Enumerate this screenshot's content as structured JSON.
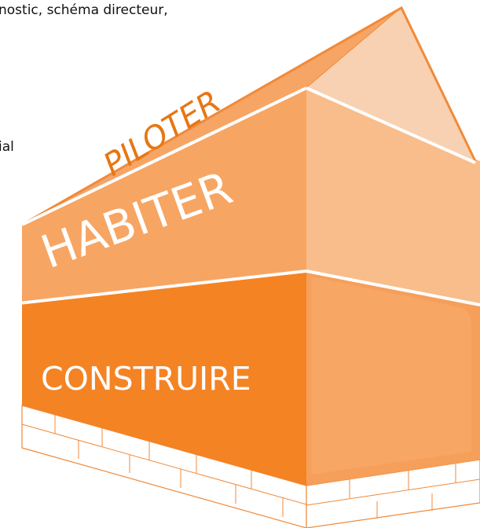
{
  "text": {
    "line_1": "nostic, schéma directeur,",
    "line_2": "ial"
  },
  "house": {
    "roof_label": "PILOTER",
    "middle_label": "HABITER",
    "bottom_label": "CONSTRUIRE",
    "colors": {
      "roof_front": "#f6a565",
      "roof_side": "#f7d1b1",
      "middle_front": "#f7a563",
      "middle_side": "#f8bd8a",
      "bottom_front": "#f48324",
      "bottom_side": "#f59f5a",
      "outline": "#f08a3a",
      "label_white": "#ffffff",
      "label_orange": "#e87611"
    }
  }
}
